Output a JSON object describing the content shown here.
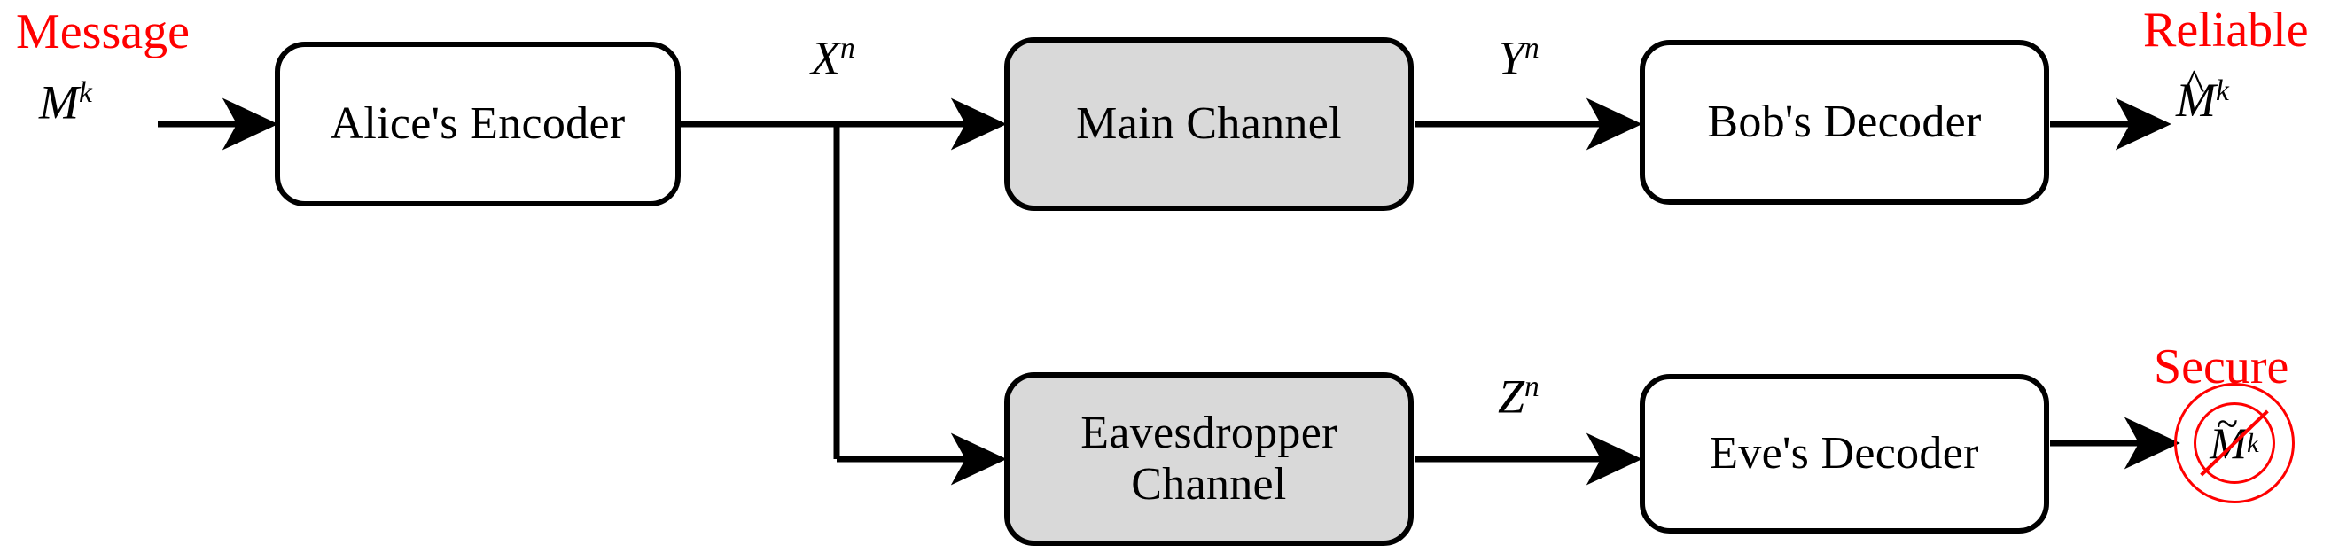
{
  "diagram": {
    "title": "Wiretap channel block diagram",
    "colors": {
      "annotation_red": "#ff0000",
      "channel_fill_gray": "#d9d9d9",
      "node_fill_white": "#ffffff",
      "stroke_black": "#000000"
    }
  },
  "annotations": {
    "message": "Message",
    "reliable": "Reliable",
    "secure": "Secure"
  },
  "nodes": {
    "encoder": "Alice's Encoder",
    "main_channel": "Main Channel",
    "bob_decoder": "Bob's Decoder",
    "eavesdropper_channel": "Eavesdropper\nChannel",
    "eve_decoder": "Eve's Decoder"
  },
  "signals": {
    "input": {
      "base": "M",
      "sup": "k"
    },
    "encoded": {
      "base": "X",
      "sup": "n"
    },
    "main_output": {
      "base": "Y",
      "sup": "n"
    },
    "eaves_output": {
      "base": "Z",
      "sup": "n"
    },
    "bob_estimate": {
      "base": "M",
      "sup": "k",
      "accent": "^"
    },
    "eve_estimate": {
      "base": "M",
      "sup": "k",
      "accent": "~"
    }
  },
  "accents": {
    "hat": "^",
    "tilde": "~"
  }
}
